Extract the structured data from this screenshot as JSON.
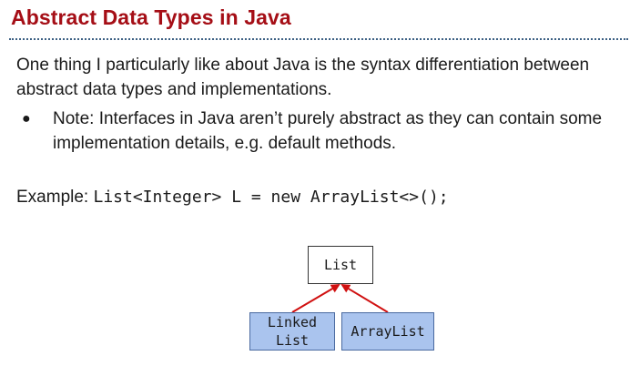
{
  "slide": {
    "title": "Abstract Data Types in Java",
    "paragraph": "One thing I particularly like about Java is the syntax differentiation between abstract data types and implementations.",
    "bullet_marker": "●",
    "bullet_text": "Note: Interfaces in Java aren’t purely abstract as they can contain some implementation details, e.g. default methods.",
    "example_label": "Example: ",
    "example_code": "List<Integer> L = new ArrayList<>();"
  },
  "diagram": {
    "parent": "List",
    "children": [
      "Linked\nList",
      "ArrayList"
    ],
    "arrow_color": "#d01010",
    "child_fill": "#aac4ee"
  }
}
